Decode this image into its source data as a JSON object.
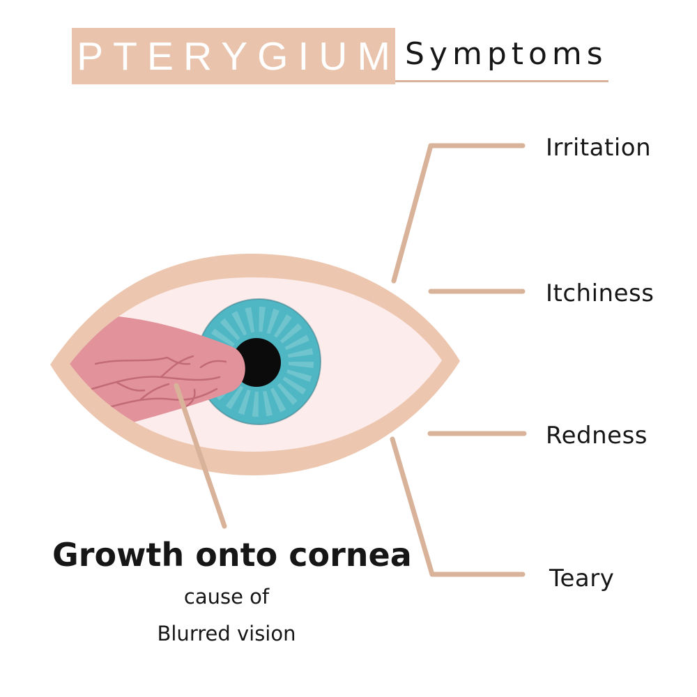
{
  "title": {
    "highlighted": "PTERYGIUM",
    "plain": "Symptoms"
  },
  "symptoms": [
    {
      "label": "Irritation"
    },
    {
      "label": "Itchiness"
    },
    {
      "label": "Redness"
    },
    {
      "label": "Teary"
    }
  ],
  "annotation": {
    "heading": "Growth onto cornea",
    "sub1": "cause of",
    "sub2": "Blurred vision"
  },
  "colors": {
    "title_box": "#eac3ac",
    "title_text": "#ffffff",
    "body_text": "#161616",
    "connector_line": "#d9b29a",
    "eyelid": "#ecc6ae",
    "sclera": "#fdecec",
    "iris": "#4fb6c4",
    "iris_streak": "#7bc8d2",
    "iris_outline": "#3e7e89",
    "pupil": "#0b0b0b",
    "pterygium": "#e2929b",
    "pterygium_vein": "#c26a76"
  }
}
